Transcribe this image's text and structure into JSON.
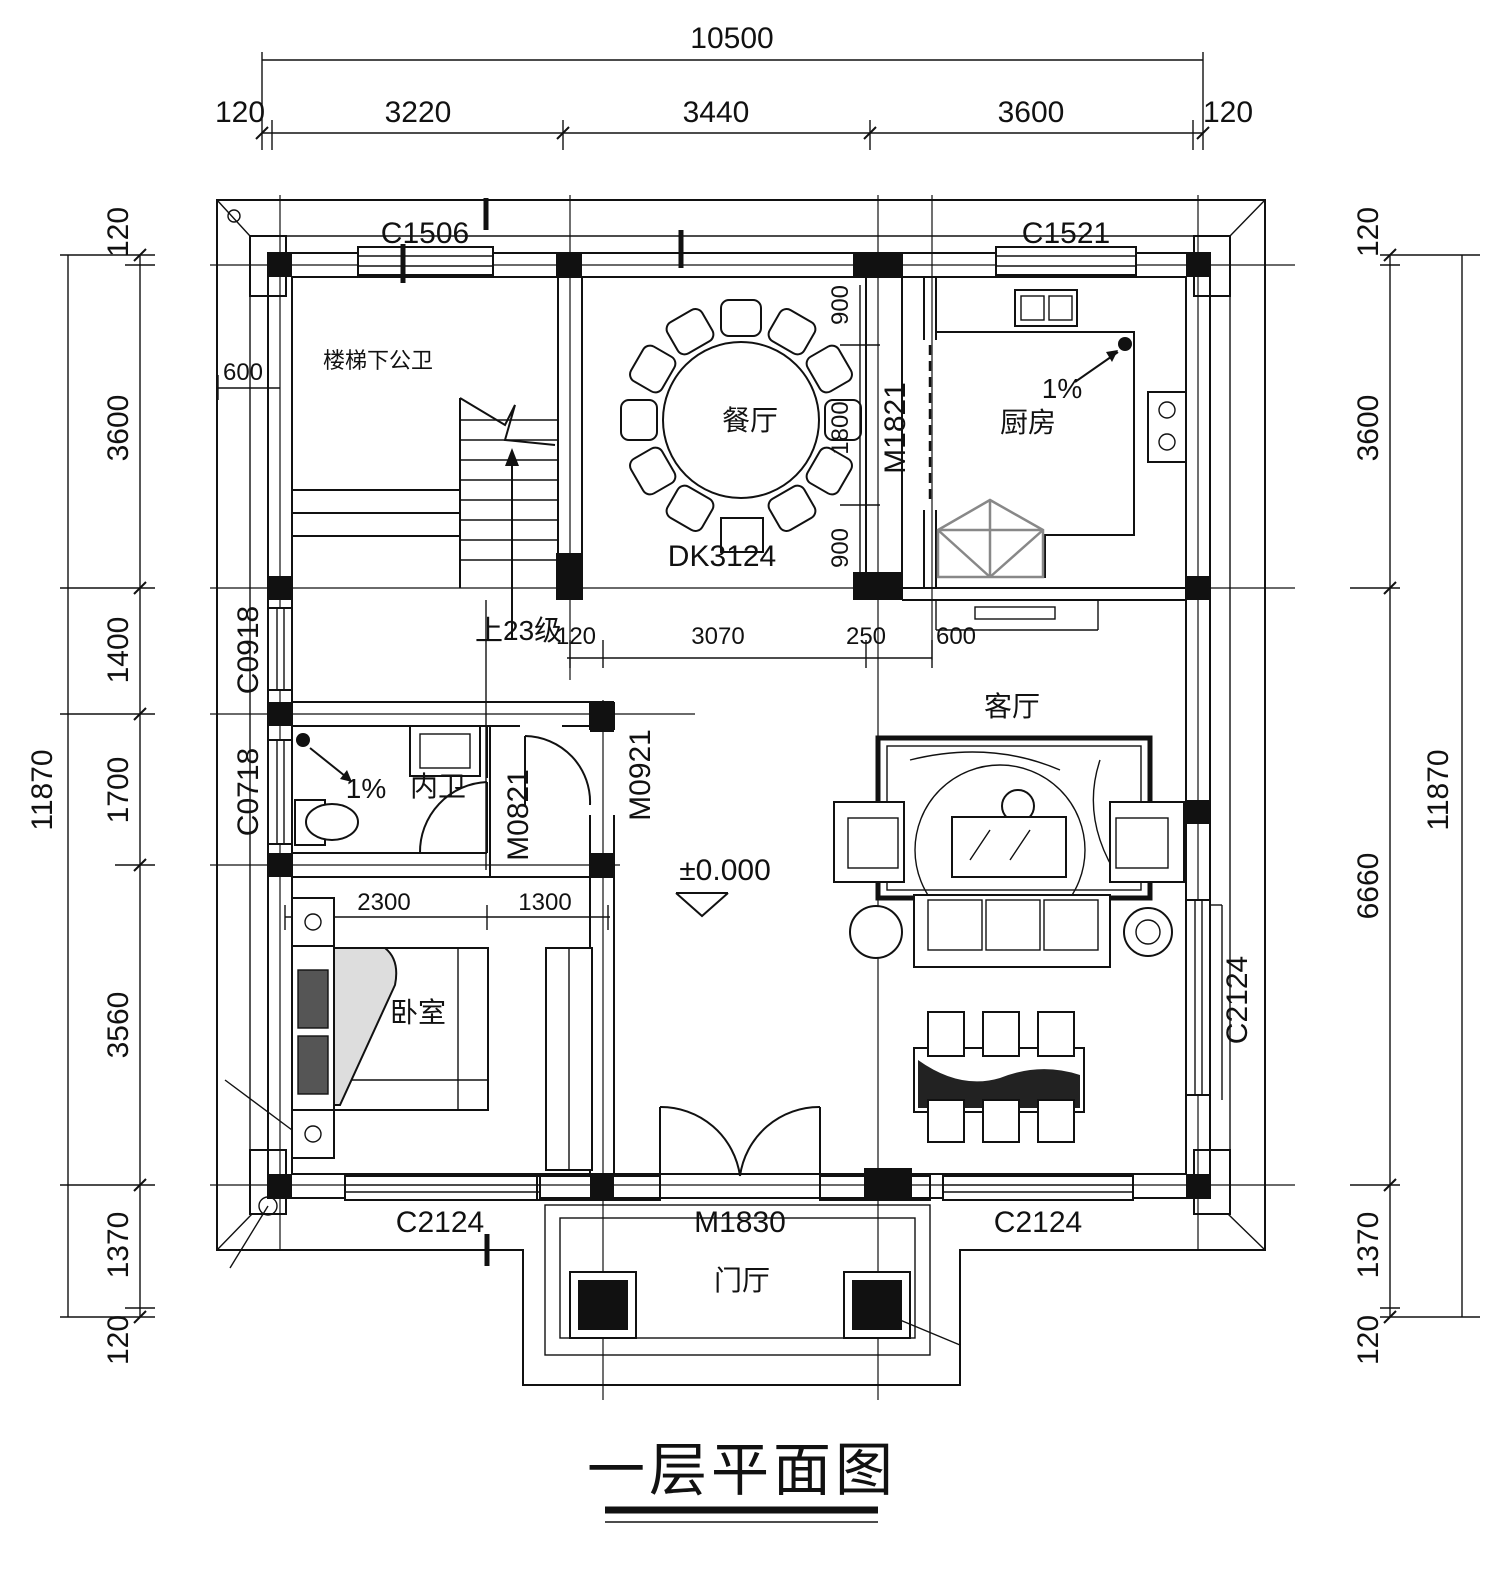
{
  "drawing": {
    "title": "一层平面图",
    "level_mark": "±0.000",
    "stair_note": "上23级",
    "floor_slope": "1%"
  },
  "rooms": {
    "stair_wc": "楼梯下公卫",
    "dining": "餐厅",
    "kitchen": "厨房",
    "living": "客厅",
    "inner_wc": "内卫",
    "bedroom": "卧室",
    "foyer": "门厅"
  },
  "openings": {
    "c1506": "C1506",
    "c1521": "C1521",
    "c0918": "C0918",
    "c0718": "C0718",
    "c2124_right": "C2124",
    "c2124_bottom_left": "C2124",
    "c2124_bottom_right": "C2124",
    "m1821": "M1821",
    "m0821": "M0821",
    "m0921": "M0921",
    "m1830": "M1830",
    "dk3124": "DK3124"
  },
  "dimensions": {
    "top_total": "10500",
    "top_segments": [
      "120",
      "3220",
      "3440",
      "3600",
      "120"
    ],
    "left_total": "11870",
    "left_segments": [
      "120",
      "3600",
      "1400",
      "1700",
      "3560",
      "1370",
      "120"
    ],
    "right_total": "11870",
    "right_segments": [
      "120",
      "3600",
      "6660",
      "1370",
      "120"
    ],
    "inner_row": [
      "120",
      "3070",
      "250",
      "600"
    ],
    "bedroom_row": [
      "2300",
      "1300"
    ],
    "door_gap_top": "900",
    "door_width": "1800",
    "door_gap_bottom": "900",
    "stair_offset": "600"
  }
}
